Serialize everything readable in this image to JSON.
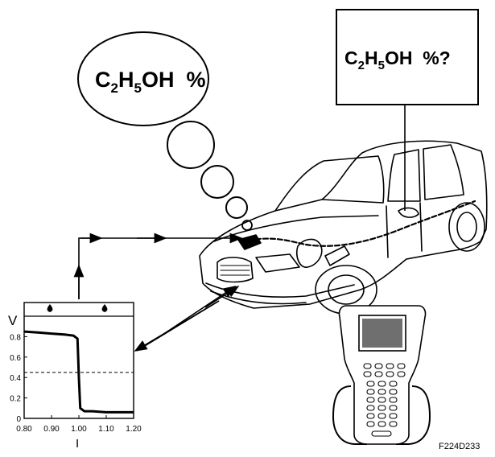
{
  "thought_bubble": {
    "formula_main": "C",
    "sub1": "2",
    "mid": "H",
    "sub2": "5",
    "tail": "OH  %"
  },
  "display_box": {
    "formula_main": "C",
    "sub1": "2",
    "mid": "H",
    "sub2": "5",
    "tail": "OH  %?"
  },
  "figure_code": "F224D233",
  "chart_data": {
    "type": "line",
    "x": [
      0.8,
      0.85,
      0.9,
      0.95,
      0.98,
      0.995,
      1.0,
      1.005,
      1.02,
      1.05,
      1.1,
      1.15,
      1.2
    ],
    "series": [
      {
        "values": [
          0.85,
          0.84,
          0.83,
          0.82,
          0.81,
          0.78,
          0.4,
          0.1,
          0.07,
          0.07,
          0.06,
          0.06,
          0.06
        ]
      }
    ],
    "reference_line_y": 0.45,
    "xlabel": "I",
    "ylabel": "V",
    "xlim": [
      0.8,
      1.2
    ],
    "ylim": [
      0,
      1.0
    ],
    "x_ticks": [
      "0.80",
      "0.90",
      "1.00",
      "1.10",
      "1.20"
    ],
    "y_ticks": [
      "0",
      "0.2",
      "0.4",
      "0.6",
      "0.8"
    ],
    "legend_markers": [
      "drop-icon",
      "drop-icon"
    ]
  }
}
